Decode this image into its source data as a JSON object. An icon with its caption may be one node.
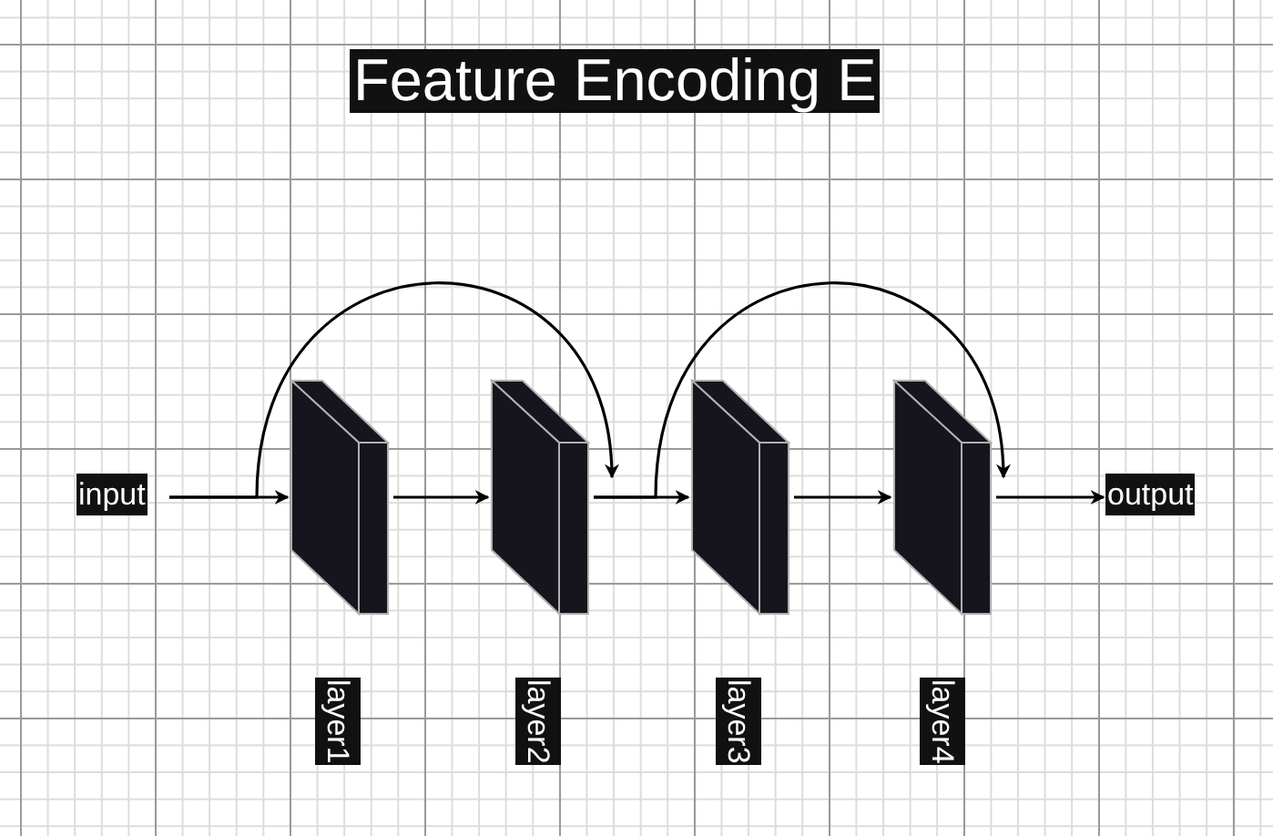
{
  "diagram": {
    "title": "Feature Encoding E",
    "nodes": [
      {
        "text": [
          "input"
        ]
      },
      {
        "text": [],
        "shape": "box",
        "beside": [
          "layer1"
        ]
      },
      {
        "text": [],
        "shape": "box",
        "beside": [
          "layer2"
        ]
      },
      {
        "text": [],
        "shape": "box",
        "beside": [
          "layer3"
        ]
      },
      {
        "text": [],
        "shape": "box",
        "beside": [
          "layer4"
        ]
      },
      {
        "text": [
          "output"
        ]
      }
    ],
    "edges": [
      {
        "from": 0,
        "to": 1,
        "arrow": "to"
      },
      {
        "from": 1,
        "to": 2,
        "arrow": "to"
      },
      {
        "from": 2,
        "to": 3,
        "arrow": "to"
      },
      {
        "from": 3,
        "to": 4,
        "arrow": "to"
      },
      {
        "from": 4,
        "to": 5,
        "arrow": "to"
      },
      {
        "from": 0,
        "to": 2,
        "arrow": "to"
      },
      {
        "from": 2,
        "to": 4,
        "arrow": "to"
      }
    ]
  }
}
